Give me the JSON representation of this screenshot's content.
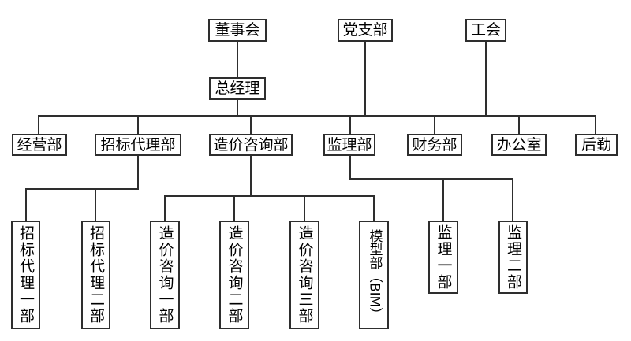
{
  "diagram": {
    "type": "organization-chart",
    "background": "#ffffff",
    "line_color": "#2e2e2e",
    "text_color": "#000000"
  },
  "nodes": {
    "board": "董事会",
    "party": "党支部",
    "union": "工会",
    "gm": "总经理",
    "operations": "经营部",
    "bidding": "招标代理部",
    "cost": "造价咨询部",
    "supervision": "监理部",
    "finance": "财务部",
    "office": "办公室",
    "logistics": "后勤",
    "bidding1": "招标代理一部",
    "bidding2": "招标代理二部",
    "cost1": "造价咨询一部",
    "cost2": "造价咨询二部",
    "cost3": "造价咨询三部",
    "bim": "模型部（BIM）",
    "supervision1": "监理一部",
    "supervision2": "监理二部"
  },
  "hierarchy": {
    "top_row": [
      "董事会",
      "党支部",
      "工会"
    ],
    "board_children": [
      "总经理"
    ],
    "main_bus_children": [
      "经营部",
      "招标代理部",
      "造价咨询部",
      "监理部",
      "财务部",
      "办公室",
      "后勤"
    ],
    "bidding_children": [
      "招标代理一部",
      "招标代理二部"
    ],
    "cost_children": [
      "造价咨询一部",
      "造价咨询二部",
      "造价咨询三部",
      "模型部（BIM）"
    ],
    "supervision_children": [
      "监理一部",
      "监理二部"
    ]
  }
}
